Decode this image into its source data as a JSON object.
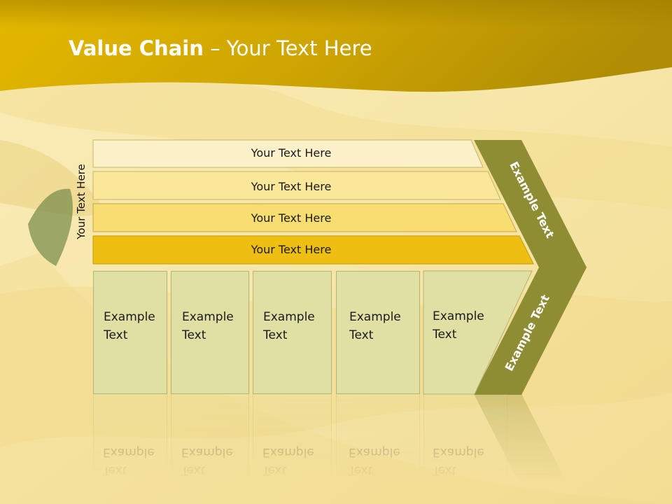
{
  "title": {
    "bold": "Value Chain",
    "rest": " – Your Text Here"
  },
  "side_label": "Your Text Here",
  "bars": [
    {
      "label": "Your Text Here",
      "color": "#fcf1c8"
    },
    {
      "label": "Your Text Here",
      "color": "#fae79a"
    },
    {
      "label": "Your Text Here",
      "color": "#f8dd70"
    },
    {
      "label": "Your Text Here",
      "color": "#eebe10"
    }
  ],
  "chevron": {
    "top_label": "Example Text",
    "bottom_label": "Example Text",
    "color": "#8e8d33"
  },
  "columns": [
    {
      "line1": "Example",
      "line2": "Text"
    },
    {
      "line1": "Example",
      "line2": "Text"
    },
    {
      "line1": "Example",
      "line2": "Text"
    },
    {
      "line1": "Example",
      "line2": "Text"
    },
    {
      "line1": "Example",
      "line2": "Text"
    }
  ],
  "colors": {
    "header": "#c9a000",
    "column_fill": "#e0e0a4"
  }
}
